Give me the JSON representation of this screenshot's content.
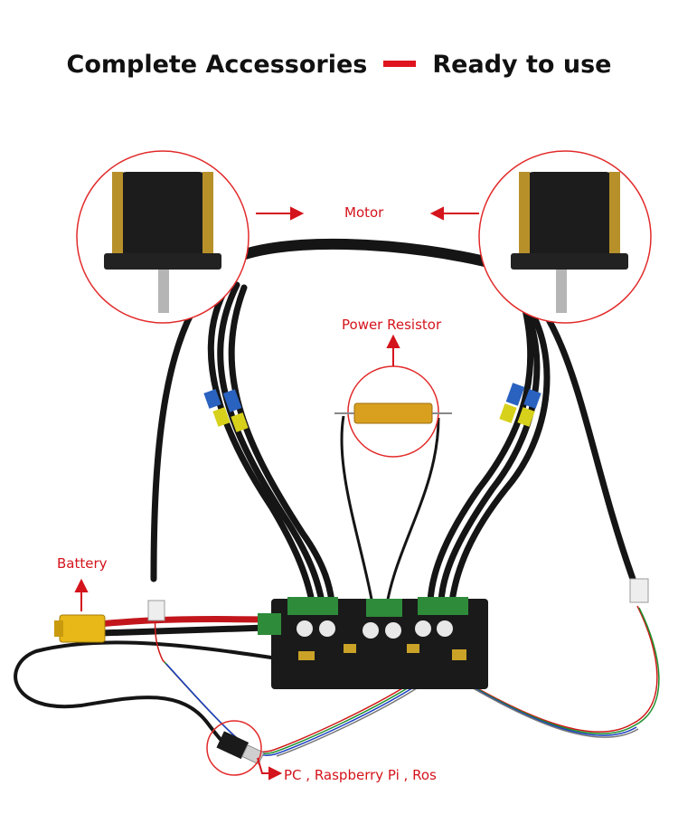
{
  "title": {
    "left": "Complete Accessories",
    "right": "Ready to use"
  },
  "labels": {
    "motor": "Motor",
    "power_resistor": "Power Resistor",
    "battery": "Battery",
    "pc": "PC , Raspberry Pi , Ros"
  },
  "colors": {
    "accent": "#d4141c",
    "cable": "#151515",
    "board": "#1a1a1a",
    "terminal": "#2e8b3a",
    "resistor": "#d9a020"
  }
}
